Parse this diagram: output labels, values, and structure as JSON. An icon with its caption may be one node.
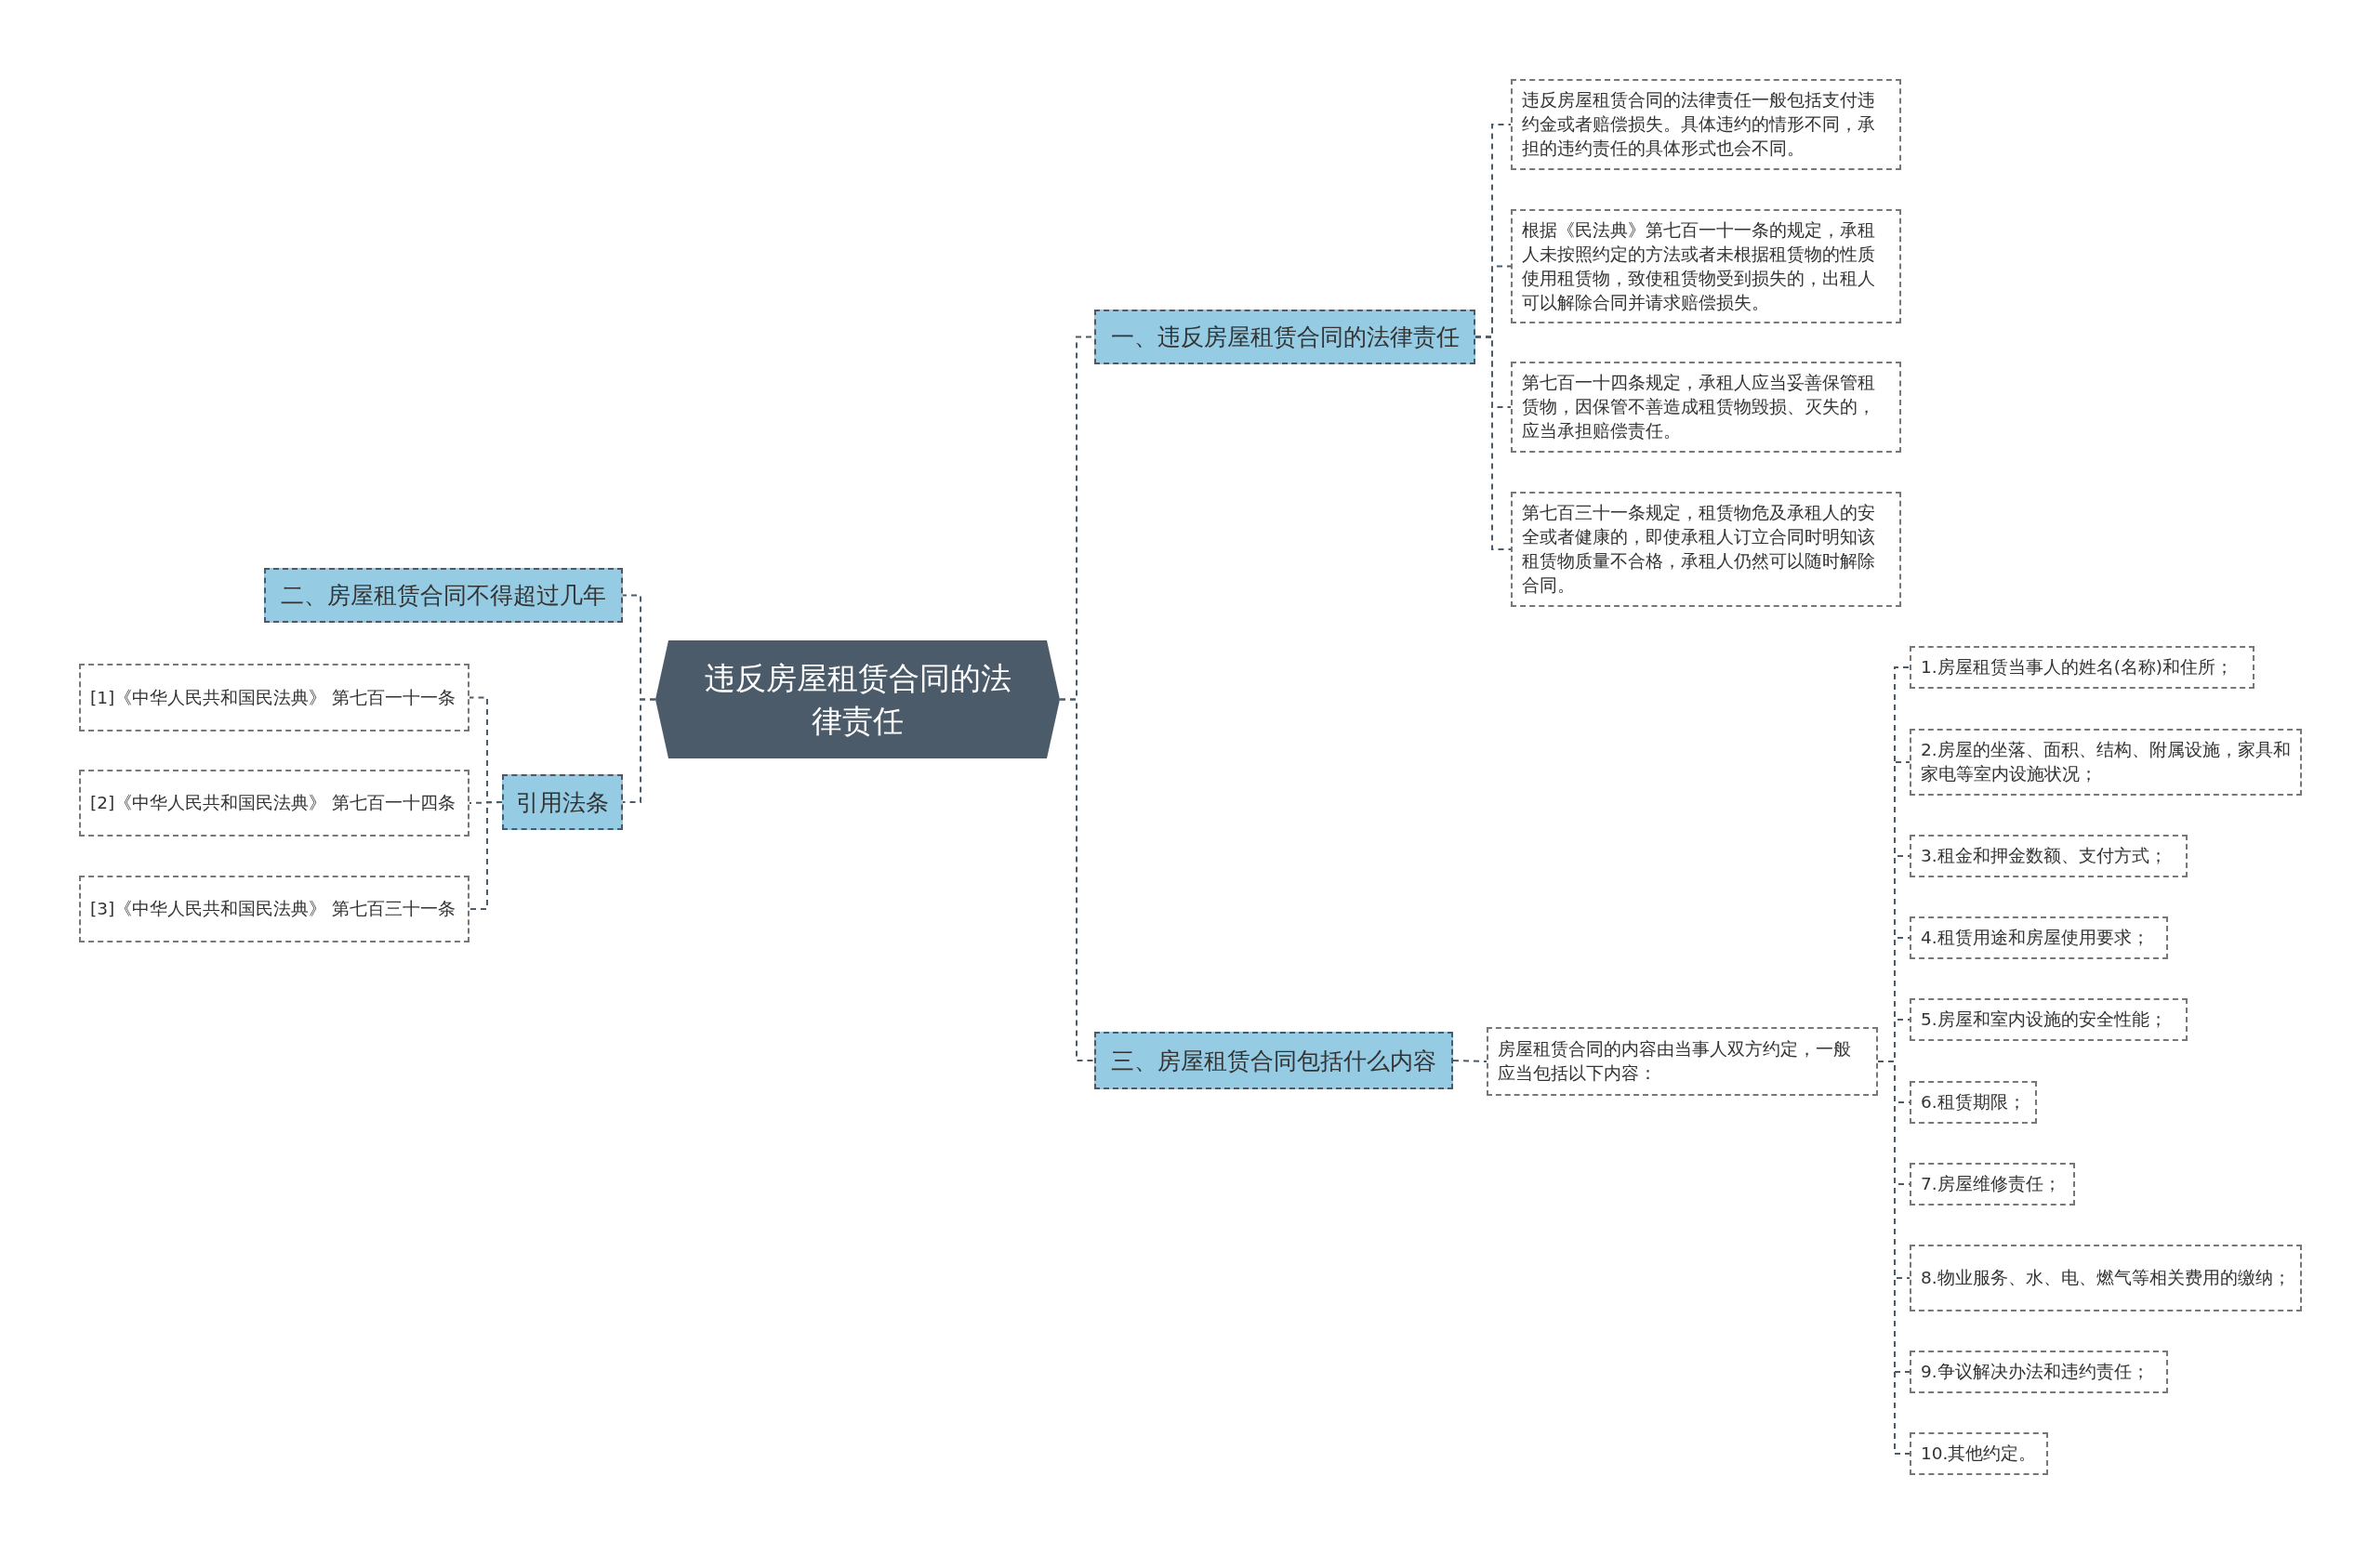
{
  "diagram": {
    "nodes": [
      {
        "text": [
          "违反房屋租赁合同的法律责任"
        ]
      },
      {
        "text": [
          "一、违反房屋租赁合同的法律责任"
        ]
      },
      {
        "text": [
          "违反房屋租赁合同的法律责任一般包括支付违约金或者赔偿损失。具体违约的情形不同，承担的违约责任的具体形式也会不同。"
        ]
      },
      {
        "text": [
          "根据《民法典》第七百一十一条的规定，承租人未按照约定的方法或者未根据租赁物的性质使用租赁物，致使租赁物受到损失的，出租人可以解除合同并请求赔偿损失。"
        ]
      },
      {
        "text": [
          "第七百一十四条规定，承租人应当妥善保管租赁物，因保管不善造成租赁物毁损、灭失的，应当承担赔偿责任。"
        ]
      },
      {
        "text": [
          "第七百三十一条规定，租赁物危及承租人的安全或者健康的，即使承租人订立合同时明知该租赁物质量不合格，承租人仍然可以随时解除合同。"
        ]
      },
      {
        "text": [
          "二、房屋租赁合同不得超过几年"
        ]
      },
      {
        "text": [
          "引用法条"
        ]
      },
      {
        "text": [
          "[1]《中华人民共和国民法典》 第七百一十一条"
        ]
      },
      {
        "text": [
          "[2]《中华人民共和国民法典》 第七百一十四条"
        ]
      },
      {
        "text": [
          "[3]《中华人民共和国民法典》 第七百三十一条"
        ]
      },
      {
        "text": [
          "三、房屋租赁合同包括什么内容"
        ]
      },
      {
        "text": [
          "房屋租赁合同的内容由当事人双方约定，一般应当包括以下内容："
        ]
      },
      {
        "text": [
          "1.房屋租赁当事人的姓名(名称)和住所；"
        ]
      },
      {
        "text": [
          "2.房屋的坐落、面积、结构、附属设施，家具和家电等室内设施状况；"
        ]
      },
      {
        "text": [
          "3.租金和押金数额、支付方式；"
        ]
      },
      {
        "text": [
          "4.租赁用途和房屋使用要求；"
        ]
      },
      {
        "text": [
          "5.房屋和室内设施的安全性能；"
        ]
      },
      {
        "text": [
          "6.租赁期限；"
        ]
      },
      {
        "text": [
          "7.房屋维修责任；"
        ]
      },
      {
        "text": [
          "8.物业服务、水、电、燃气等相关费用的缴纳；"
        ]
      },
      {
        "text": [
          "9.争议解决办法和违约责任；"
        ]
      },
      {
        "text": [
          "10.其他约定。"
        ]
      }
    ],
    "edges": [
      {
        "from": 0,
        "to": 1,
        "arrow": "none"
      },
      {
        "from": 1,
        "to": 2,
        "arrow": "none"
      },
      {
        "from": 1,
        "to": 3,
        "arrow": "none"
      },
      {
        "from": 1,
        "to": 4,
        "arrow": "none"
      },
      {
        "from": 1,
        "to": 5,
        "arrow": "none"
      },
      {
        "from": 0,
        "to": 6,
        "arrow": "none"
      },
      {
        "from": 0,
        "to": 7,
        "arrow": "none"
      },
      {
        "from": 7,
        "to": 8,
        "arrow": "none"
      },
      {
        "from": 7,
        "to": 9,
        "arrow": "none"
      },
      {
        "from": 7,
        "to": 10,
        "arrow": "none"
      },
      {
        "from": 0,
        "to": 11,
        "arrow": "none"
      },
      {
        "from": 11,
        "to": 12,
        "arrow": "none"
      },
      {
        "from": 12,
        "to": 13,
        "arrow": "none"
      },
      {
        "from": 12,
        "to": 14,
        "arrow": "none"
      },
      {
        "from": 12,
        "to": 15,
        "arrow": "none"
      },
      {
        "from": 12,
        "to": 16,
        "arrow": "none"
      },
      {
        "from": 12,
        "to": 17,
        "arrow": "none"
      },
      {
        "from": 12,
        "to": 18,
        "arrow": "none"
      },
      {
        "from": 12,
        "to": 19,
        "arrow": "none"
      },
      {
        "from": 12,
        "to": 20,
        "arrow": "none"
      },
      {
        "from": 12,
        "to": 21,
        "arrow": "none"
      },
      {
        "from": 12,
        "to": 22,
        "arrow": "none"
      }
    ]
  }
}
